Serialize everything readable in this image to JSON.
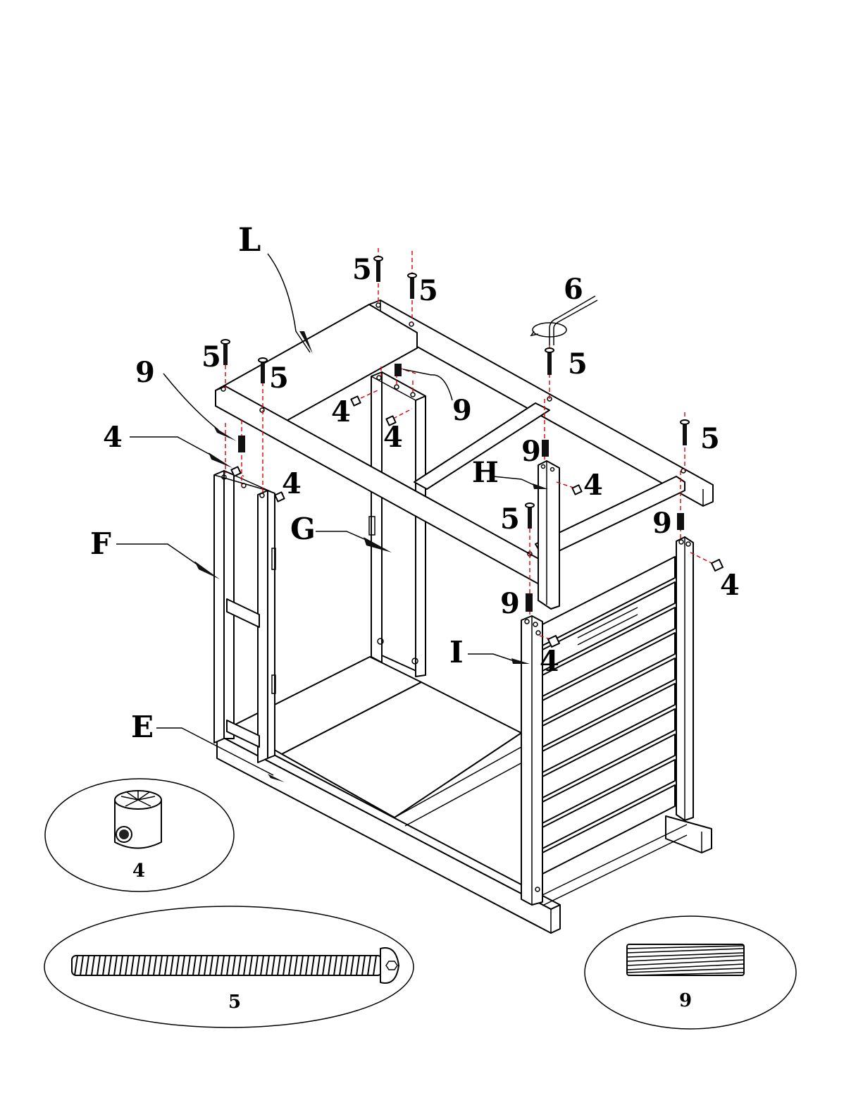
{
  "diagram": {
    "part_labels": {
      "L": "L",
      "F": "F",
      "G": "G",
      "H": "H",
      "I": "I",
      "E": "E"
    },
    "hardware_callouts": {
      "c1": "5",
      "c2": "5",
      "c3": "6",
      "c4": "5",
      "c5": "5",
      "c6": "5",
      "c7": "9",
      "c8": "9",
      "c9": "4",
      "c10": "4",
      "c11": "4",
      "c12": "4",
      "c13": "9",
      "c14": "4",
      "c15": "5",
      "c16": "5",
      "c17": "9",
      "c18": "4",
      "c19": "9",
      "c20": "4"
    },
    "detail_captions": {
      "barrel_nut": "4",
      "bolt": "5",
      "dowel": "9"
    }
  }
}
